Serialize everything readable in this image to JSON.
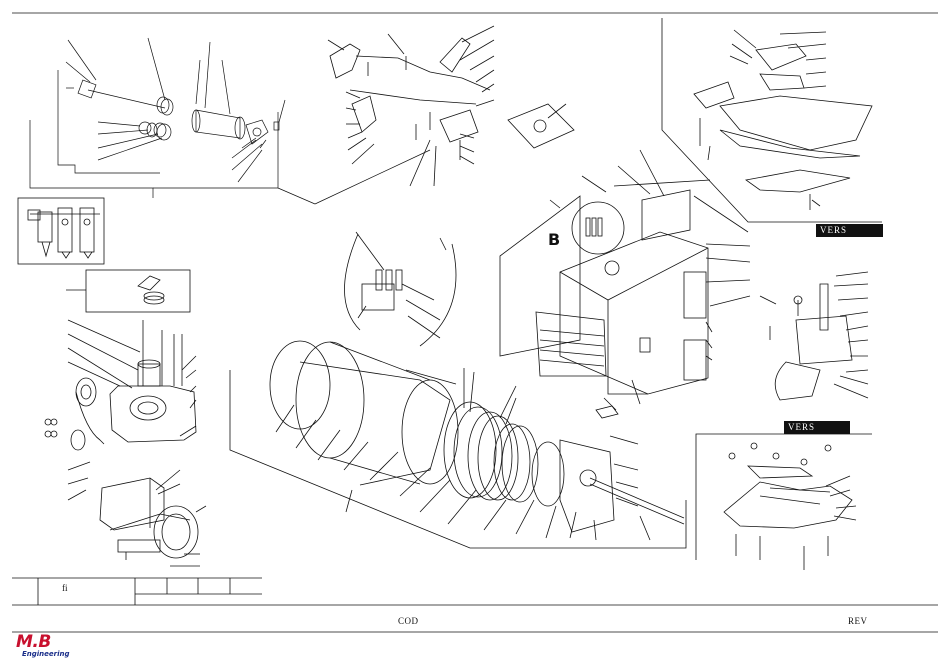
{
  "document": {
    "vers_label_top": "VERS",
    "vers_label_bottom": "VERS",
    "detail_letter": "B",
    "title_cell_text": "fi",
    "cod_label": "COD",
    "rev_label": "REV",
    "logo_text": "M.B",
    "logo_subtext": "Engineering",
    "colors": {
      "logo_red": "#c8102e",
      "logo_blue": "#1b2f8a",
      "line": "#111111"
    }
  }
}
